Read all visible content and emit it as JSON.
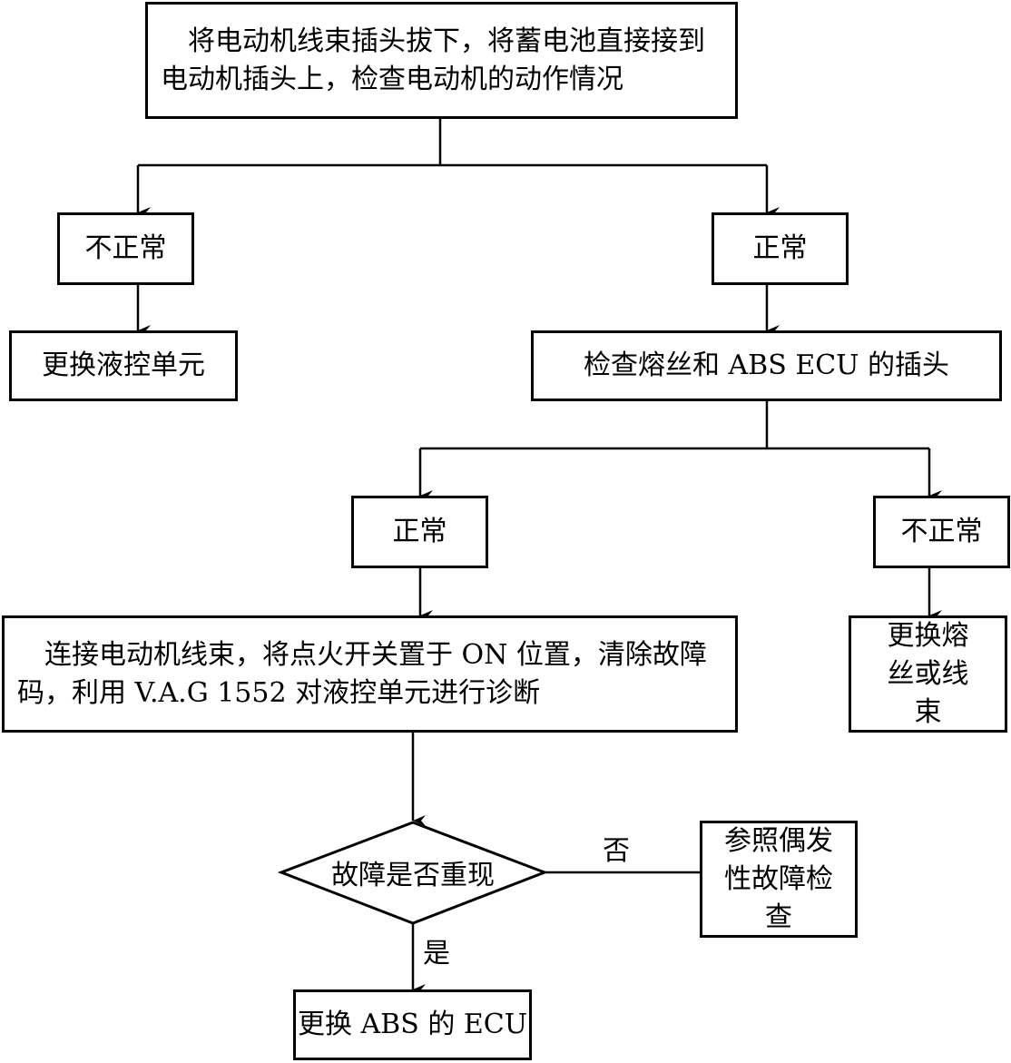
{
  "nodes": {
    "step1": "将电动机线束插头拔下，将蓄电池直接接到电动机插头上，检查电动机的动作情况",
    "abnormal_left": "不正常",
    "normal_right": "正常",
    "replace_hydraulic_unit": "更换液控单元",
    "check_fuse_plug": "检查熔丝和 ABS ECU 的插头",
    "normal_left": "正常",
    "abnormal_right": "不正常",
    "connect_diagnose": "连接电动机线束，将点火开关置于 ON 位置，清除故障码，利用 V.A.G 1552 对液控单元进行诊断",
    "replace_fuse_harness": "更换熔丝或线束",
    "fault_reappear": "故障是否重现",
    "intermittent_check": "参照偶发性故障检查",
    "replace_ecu": "更换 ABS 的 ECU"
  },
  "edge_labels": {
    "no": "否",
    "yes": "是"
  }
}
